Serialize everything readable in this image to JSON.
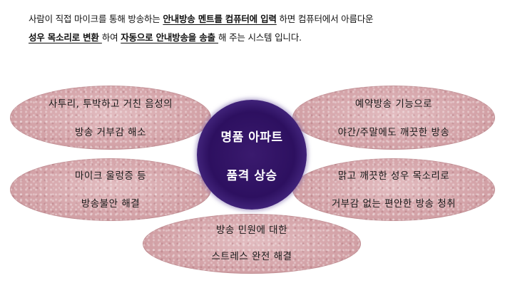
{
  "intro": {
    "line1": {
      "part1": "사람이 직접 마이크를 통해 방송하는 ",
      "highlight1": "안내방송 멘트를 컴퓨터에 입력",
      "part2": " 하면 컴퓨터에서 아름다운"
    },
    "line2": {
      "highlight1": " 성우 목소리로 변환 ",
      "part1": "하여 ",
      "highlight2": "자동으로 안내방송을 송출 ",
      "part2": "해 주는 시스템 입니다."
    }
  },
  "center": {
    "line1": "명품 아파트",
    "line2": "품격 상승"
  },
  "bubbles": {
    "top_left": {
      "line1": "사투리, 투박하고 거친 음성의",
      "line2": "방송 거부감 해소"
    },
    "mid_left": {
      "line1": "마이크 울렁증 등",
      "line2": "방송불안 해결"
    },
    "top_right": {
      "line1": "예약방송 기능으로",
      "line2": "야간/주말에도 깨끗한 방송"
    },
    "mid_right": {
      "line1": "맑고 깨끗한 성우 목소리로",
      "line2": "거부감 없는 편안한 방송 청취"
    },
    "bottom": {
      "line1": "방송 민원에 대한",
      "line2": "스트레스 완전 해결"
    }
  },
  "colors": {
    "bubble": "#d6a7ab",
    "center": "#2d1060",
    "center_text": "#ffffff"
  }
}
